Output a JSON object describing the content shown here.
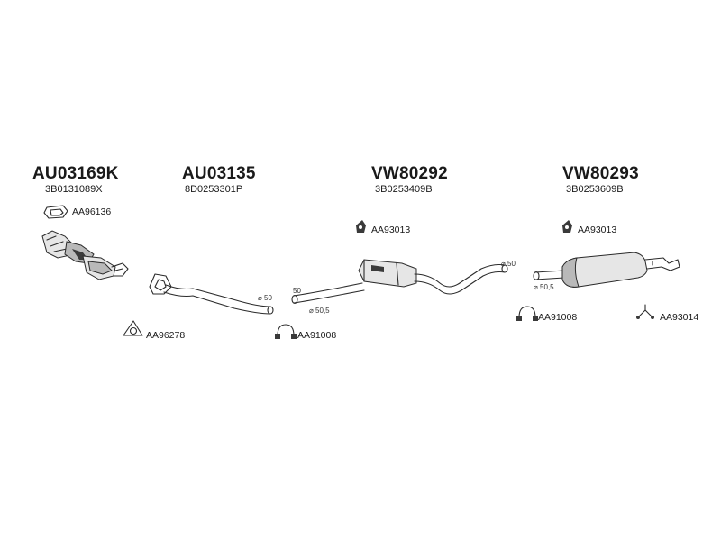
{
  "groups": [
    {
      "part_number": "AU03169K",
      "oem_number": "3B0131089X"
    },
    {
      "part_number": "AU03135",
      "oem_number": "8D0253301P"
    },
    {
      "part_number": "VW80292",
      "oem_number": "3B0253409B"
    },
    {
      "part_number": "VW80293",
      "oem_number": "3B0253609B"
    }
  ],
  "accessories": {
    "gasket_1": "AA96136",
    "gasket_2": "AA96278",
    "clamp_1": "AA91008",
    "hanger_1": "AA93013",
    "hanger_2": "AA93013",
    "clamp_2": "AA91008",
    "bracket": "AA93014"
  },
  "dimensions": {
    "d1": "⌀ 50",
    "d2": "50",
    "d3": "⌀ 50,5",
    "d4": "⌀ 50",
    "d5": "⌀ 50,5"
  },
  "icons": [
    "catalytic-converter-icon",
    "front-pipe-icon",
    "middle-silencer-icon",
    "rear-silencer-icon",
    "gasket-icon",
    "clamp-icon",
    "rubber-hanger-icon",
    "bracket-icon"
  ]
}
